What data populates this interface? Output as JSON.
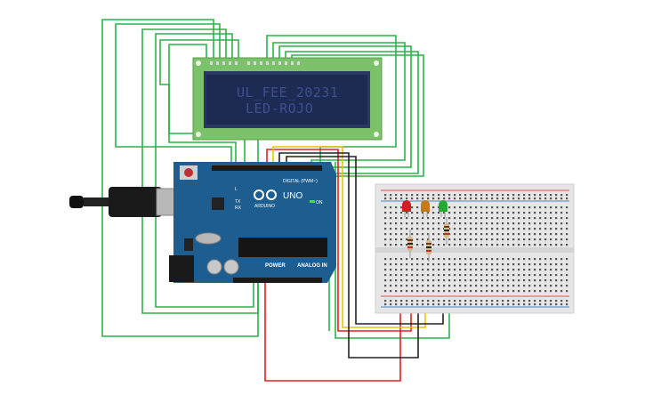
{
  "lcd": {
    "line1": "UL_FEE_20231",
    "line2": "LED-ROJO"
  },
  "arduino": {
    "model_label": "UNO",
    "brand_label": "ARDUINO",
    "digital_label": "DIGITAL (PWM~)",
    "power_label": "POWER",
    "analog_label": "ANALOG IN",
    "on_label": "ON",
    "tx_label": "TX",
    "rx_label": "RX",
    "l_label": "L"
  },
  "leds": [
    {
      "color": "red",
      "hex": "#cc2222"
    },
    {
      "color": "orange",
      "hex": "#c47a1a"
    },
    {
      "color": "green",
      "hex": "#22aa33"
    }
  ],
  "colors": {
    "wire_green": "#2bb34a",
    "wire_red": "#e02020",
    "wire_black": "#222222",
    "wire_yellow": "#e8c400",
    "board_blue": "#1d5d8f",
    "lcd_green": "#7cc26a",
    "lcd_screen": "#1d2b52"
  }
}
